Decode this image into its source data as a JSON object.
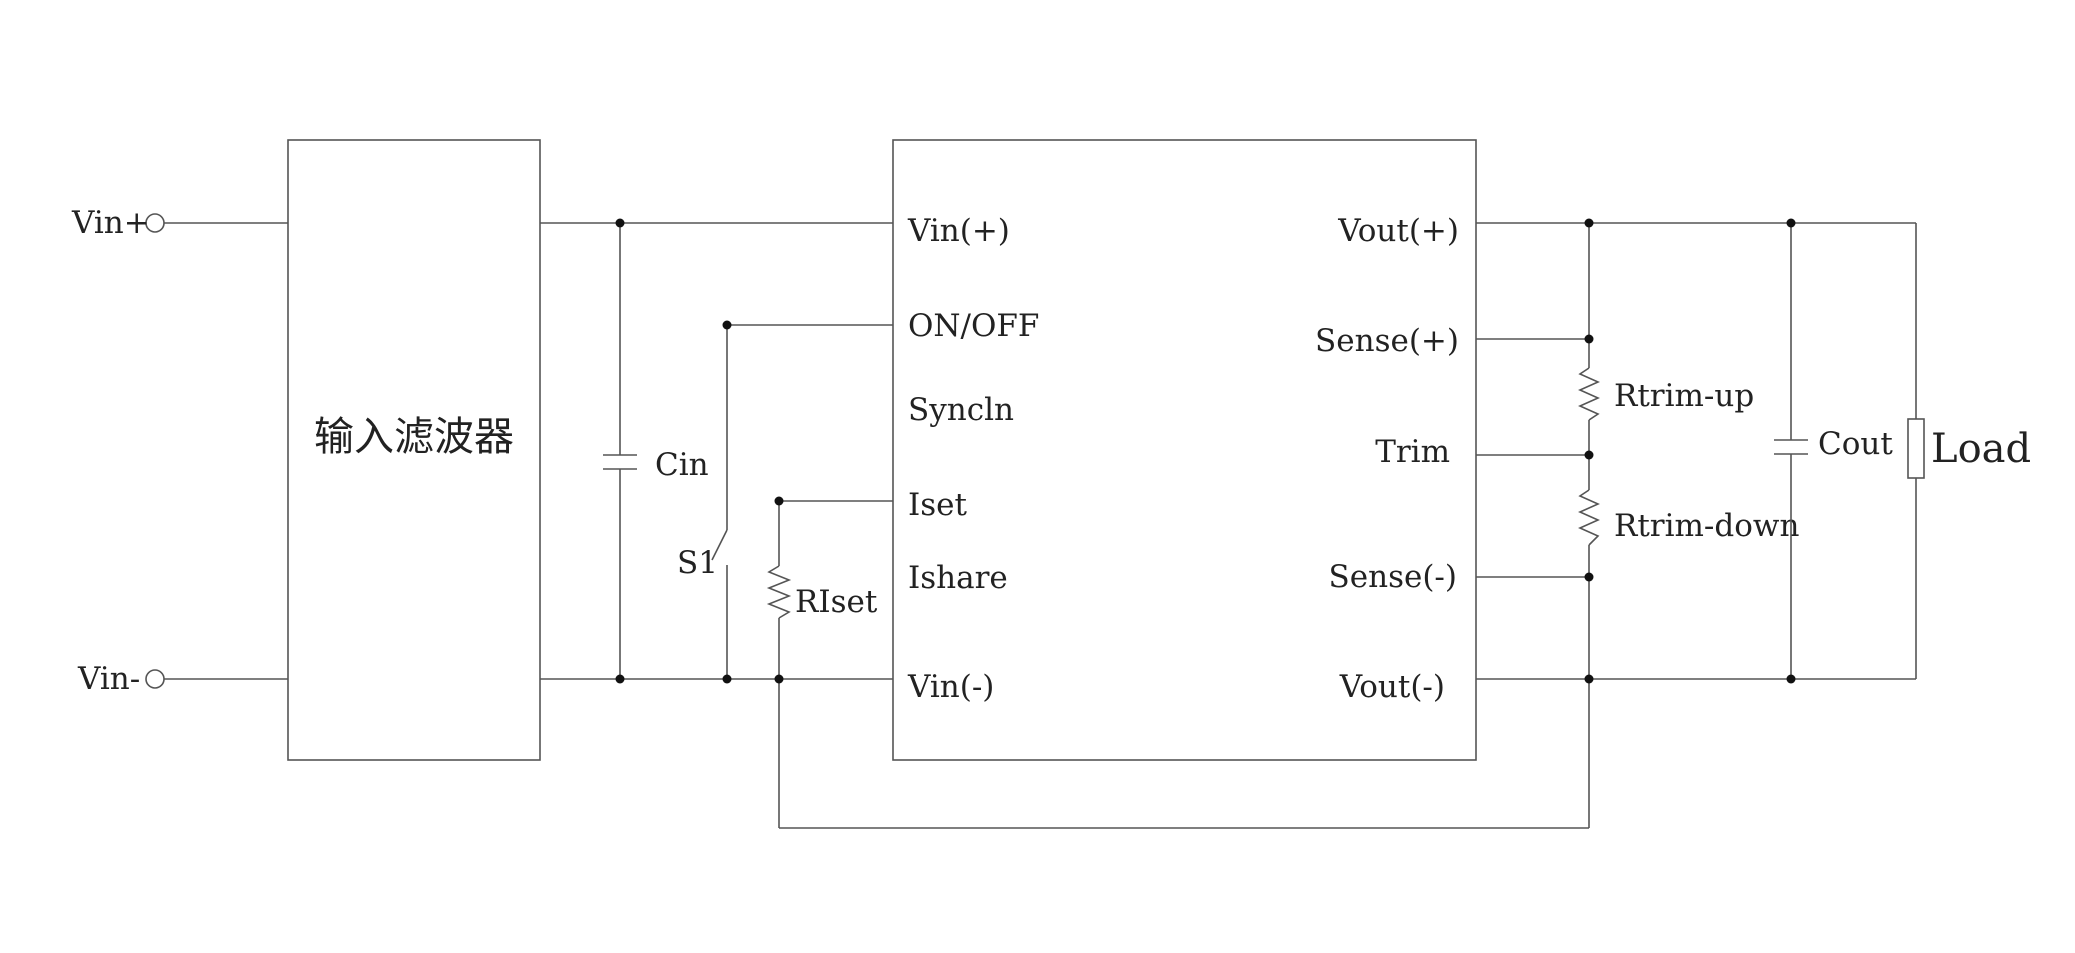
{
  "diagram": {
    "terminals": {
      "vin_plus": "Vin+",
      "vin_minus": "Vin-"
    },
    "input_filter": {
      "label": "输入滤波器"
    },
    "module_pins_left": {
      "vin_plus": "Vin(+)",
      "on_off": "ON/OFF",
      "sync_in": "Syncln",
      "iset": "Iset",
      "ishare": "Ishare",
      "vin_minus": "Vin(-)"
    },
    "module_pins_right": {
      "vout_plus": "Vout(+)",
      "sense_plus": "Sense(+)",
      "trim": "Trim",
      "sense_minus": "Sense(-)",
      "vout_minus": "Vout(-)"
    },
    "components": {
      "cin": "Cin",
      "s1": "S1",
      "riset": "RIset",
      "rtrim_up": "Rtrim-up",
      "rtrim_down": "Rtrim-down",
      "cout": "Cout",
      "load": "Load"
    },
    "colors": {
      "wire": "#555555",
      "text": "#222222",
      "junction": "#111111"
    }
  }
}
